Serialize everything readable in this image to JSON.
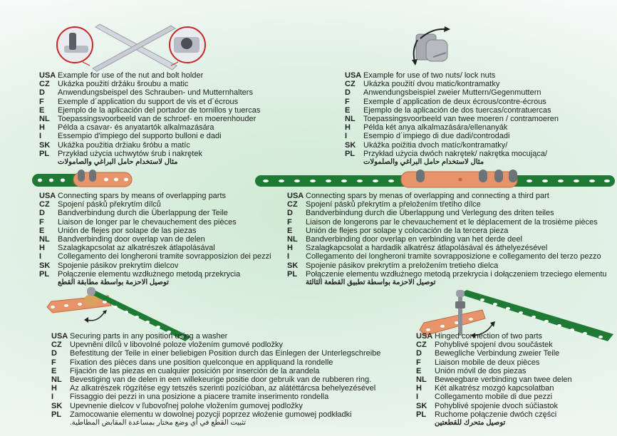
{
  "colors": {
    "green": "#1f7a35",
    "green_dark": "#145a26",
    "orange": "#e8946a",
    "orange_dark": "#c4693f",
    "bolt": "#6e7378",
    "metal": "#c9ccd3",
    "ring": "#d12a2a"
  },
  "sections": [
    {
      "id": "nut-bolt-holder",
      "illustration": "crossed-metal-strips-with-nut-and-bolt-holder-callouts",
      "lines": [
        {
          "code": "USA",
          "text": "Example for use of the nut and bolt holder"
        },
        {
          "code": "CZ",
          "text": "Ukázka použití držáku šroubu a matic"
        },
        {
          "code": "D",
          "text": "Anwendungsbeispel des Schrauben- und Mutternhalters"
        },
        {
          "code": "F",
          "text": "Exemple d´application du support de vis et d´écrous"
        },
        {
          "code": "E",
          "text": "Ejemplo de la aplicación del portador de tornillos y tuercas"
        },
        {
          "code": "NL",
          "text": "Toepassingsvoorbeeld van de schroef- en moerenhouder"
        },
        {
          "code": "H",
          "text": "Példa a csavar- és anyatartók alkalmazására"
        },
        {
          "code": "I",
          "text": "Essempio d'impiego del supporto bulloni e dadi"
        },
        {
          "code": "SK",
          "text": "Ukážka použitia držiaku šróbu a matíc"
        },
        {
          "code": "PL",
          "text": "Przykład użycia uchwytów śrub i nakrętek"
        }
      ],
      "arabic": "مثال لاستخدام حامل البراغي والصامولات"
    },
    {
      "id": "two-nuts",
      "illustration": "nut-with-lock-nut-rotation-arrows",
      "lines": [
        {
          "code": "USA",
          "text": "Example for use of two nuts/ lock nuts"
        },
        {
          "code": "CZ",
          "text": "Ukázka použití dvou matic/kontramatky"
        },
        {
          "code": "D",
          "text": "Anwendungsbeispiel zweier Muttern/Gegenmuttern"
        },
        {
          "code": "F",
          "text": "Exemple d´application de deux écrous/contre-écrous"
        },
        {
          "code": "E",
          "text": "Ejemplo de la aplicación de dos tuercas/contratuercas"
        },
        {
          "code": "NL",
          "text": "Toepassingsvoorbeeld van twee moeren / contramoeren"
        },
        {
          "code": "H",
          "text": "Példa két anya alkalmazására/ellenanyák"
        },
        {
          "code": "I",
          "text": "Esempio d´impiego di due dadi/controdadi"
        },
        {
          "code": "SK",
          "text": "Ukážka poižitia dvoch matíc/kontramatky/"
        },
        {
          "code": "PL",
          "text": "Przykład użycia dwóch nakrętek/ nakrętka mocująca/"
        }
      ],
      "arabic": "مثال لاستخدام حامل البراغي والصلمولات"
    },
    {
      "id": "overlapping",
      "illustration": "green-and-orange-strips-overlapping-with-two-bolts",
      "lines": [
        {
          "code": "USA",
          "text": "Connecting spars by means of overlapping parts"
        },
        {
          "code": "CZ",
          "text": "Spojení pásků překrytím dílců"
        },
        {
          "code": "D",
          "text": "Bandverbindung durch die Überlappung der Teile"
        },
        {
          "code": "F",
          "text": "Liaison de longer par le chevauchement des pièces"
        },
        {
          "code": "E",
          "text": "Unión de flejes por solape de las piezas"
        },
        {
          "code": "NL",
          "text": "Bandverbinding door overlap van de delen"
        },
        {
          "code": "H",
          "text": "Szalagkapcsolat az alkatrészek átlapolásával"
        },
        {
          "code": "I",
          "text": "Collegamento dei longheroni tramite sovrapposizion dei pezzi"
        },
        {
          "code": "SK",
          "text": "Spojenie pásikov prekrytím dielcov"
        },
        {
          "code": "PL",
          "text": "Połączenie elementu wzdłużnego metodą przekrycia"
        }
      ],
      "arabic": "توصيل الاحزمة بواسطة مطابقة القطع"
    },
    {
      "id": "third-part",
      "illustration": "two-green-strips-joined-by-orange-third-part",
      "lines": [
        {
          "code": "USA",
          "text": "Connecting spars by menas of overlapping and connecting a third part"
        },
        {
          "code": "CZ",
          "text": "Spojení pásků překrytím a přeložením třetího dílce"
        },
        {
          "code": "D",
          "text": "Bandverbindung durch die Überlappung und Verlegung des driten teiles"
        },
        {
          "code": "F",
          "text": "Liaison de longerons par le chevauchement et  le déplacement de la trosième pièces"
        },
        {
          "code": "E",
          "text": "Unión de flejes por solape y colocación de la tercera pieza"
        },
        {
          "code": "NL",
          "text": "Bandverbinding door overlap en verbinding van het derde deel"
        },
        {
          "code": "H",
          "text": "Szalagkapcsolat a hardadik alkatrész átlapolásával és áthelyezésével"
        },
        {
          "code": "I",
          "text": "Collegamento dei longheroni tramite sovrapposizione e collegamento del terzo pezzo"
        },
        {
          "code": "SK",
          "text": "Spojenie pásikov prekrytím a preložením tretieho dielca"
        },
        {
          "code": "PL",
          "text": "Połączenie elementu wzdłużnego metodą przekrycia i dołączeniem trzeciego elementu"
        }
      ],
      "arabic": "توصيل الاحزمة بواسطة تطبيق القطعة الثالثة"
    },
    {
      "id": "washer",
      "illustration": "strips-angled-with-washer-and-rotation-arrow",
      "lines": [
        {
          "code": "USA",
          "text": "Securing parts in any position using a washer"
        },
        {
          "code": "CZ",
          "text": "Upevněni dílců v libovolné poloze vložením gumové podložky"
        },
        {
          "code": "D",
          "text": "Befestitung der Teile in einer beliebigen Position durch das Einlegen der Unterlegschreibe"
        },
        {
          "code": "F",
          "text": "Fixation des pièces dans une position quelconque en appliquand la rondelle"
        },
        {
          "code": "E",
          "text": "Fijación de las piezas en cualquier posición por inserción de la arandela"
        },
        {
          "code": "NL",
          "text": "Bevestiging van de delen in een willekeurige positie door gebruik van de rubberen ring."
        },
        {
          "code": "H",
          "text": "Az alkatrészek rögzítése egy tetszés szerinti pozícióban, az alátéttárcsa behelyezésével"
        },
        {
          "code": "I",
          "text": "Fissaggio dei pezzi in una posizione a piacere tramite inserimento rondella"
        },
        {
          "code": "SK",
          "text": "Upevnenie dielcov v ľubovoľnej polohe vložením gumovej podložky"
        },
        {
          "code": "PL",
          "text": "Zamocowanie elementu w dowolnej pozycji poprzez włożenie gumowej podkładki"
        }
      ],
      "arabic": "تثبيت القطع في أي وضع مختار بمساعدة المقابض المطاطية."
    },
    {
      "id": "hinged",
      "illustration": "strips-hinged-with-long-bolt-and-rotation-arrow",
      "lines": [
        {
          "code": "USA",
          "text": "Hinged connection of two parts"
        },
        {
          "code": "CZ",
          "text": "Pohyblivé spojení dvou součástek"
        },
        {
          "code": "D",
          "text": "Bewegliche Verbindung zweier Teile"
        },
        {
          "code": "F",
          "text": "Liaison mobile de deux pièces"
        },
        {
          "code": "E",
          "text": "Unión móvil de dos piezas"
        },
        {
          "code": "NL",
          "text": "Beweegbare verbinding van twee delen"
        },
        {
          "code": "H",
          "text": "Két alkatrész mozgó kapcsolatban"
        },
        {
          "code": "I",
          "text": "Collegamento mobile di due pezzi"
        },
        {
          "code": "SK",
          "text": "Pohyblivé spojenie dvoch súčiastok"
        },
        {
          "code": "PL",
          "text": "Ruchome połączenie dwóch części"
        }
      ],
      "arabic": "توصيل متحرك للقطعتين"
    }
  ]
}
